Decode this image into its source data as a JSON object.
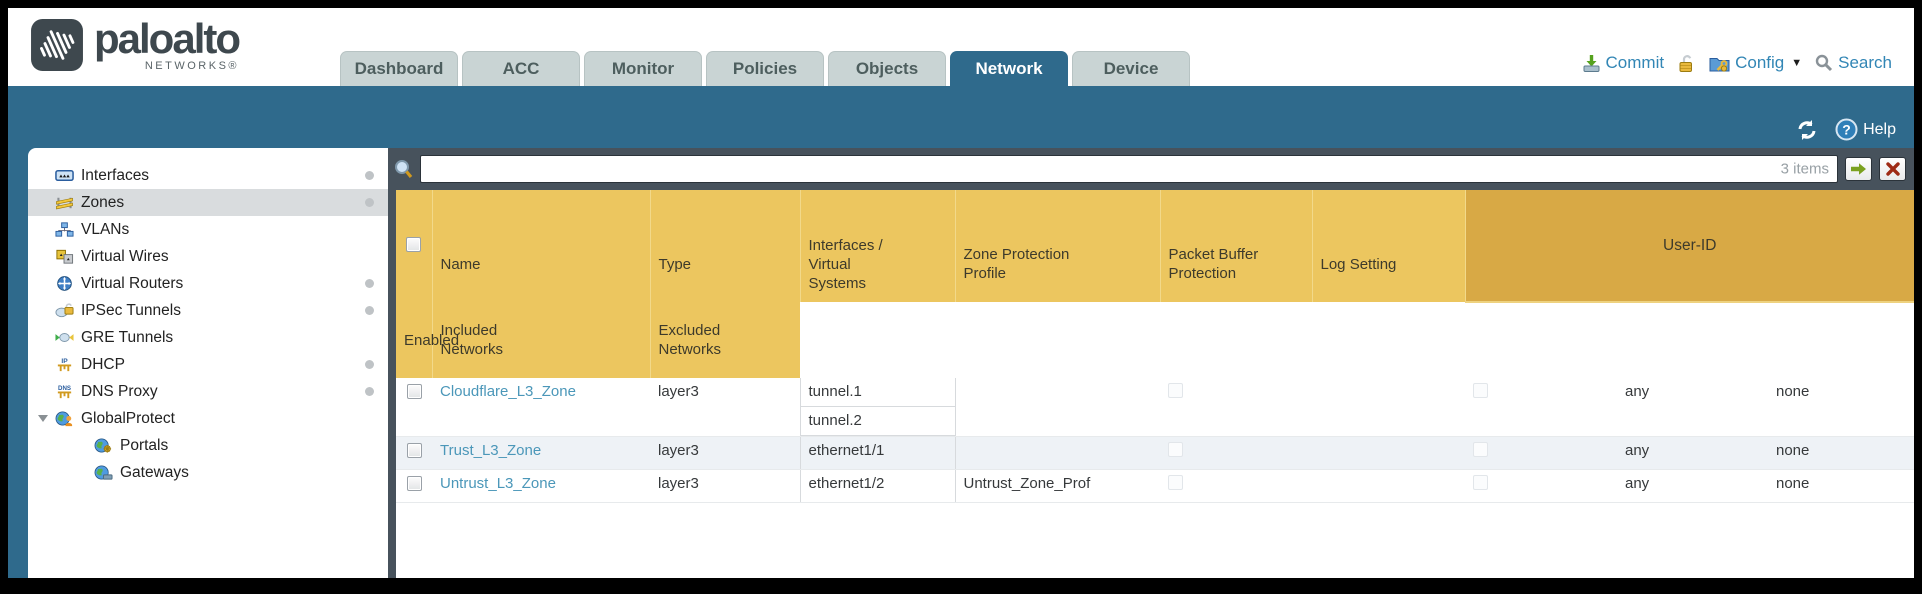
{
  "colors": {
    "teal_band": "#2f6a8c",
    "slate_toolbar": "#47525c",
    "header_gold": "#ecc65f",
    "user_id_gold": "#d8a945",
    "link_blue": "#4b97b9",
    "top_link_blue": "#3286b5",
    "inactive_tab": "#c9d4d4",
    "alt_row": "#eef2f6",
    "selected_sidebar": "#d9dcde"
  },
  "brand": {
    "name": "paloalto",
    "sub": "NETWORKS®"
  },
  "tabs": [
    {
      "label": "Dashboard"
    },
    {
      "label": "ACC"
    },
    {
      "label": "Monitor"
    },
    {
      "label": "Policies"
    },
    {
      "label": "Objects"
    },
    {
      "label": "Network",
      "active": true
    },
    {
      "label": "Device"
    }
  ],
  "topbar": {
    "commit_label": "Commit",
    "config_label": "Config",
    "config_caret": "▼",
    "search_label": "Search"
  },
  "banner": {
    "help_label": "Help",
    "help_glyph": "?"
  },
  "toolbar": {
    "search_value": "",
    "items_count": "3 items"
  },
  "sidebar": {
    "items": [
      {
        "label": "Interfaces",
        "dot": true
      },
      {
        "label": "Zones",
        "dot": true,
        "selected": true
      },
      {
        "label": "VLANs"
      },
      {
        "label": "Virtual Wires"
      },
      {
        "label": "Virtual Routers",
        "dot": true
      },
      {
        "label": "IPSec Tunnels",
        "dot": true
      },
      {
        "label": "GRE Tunnels"
      },
      {
        "label": "DHCP",
        "dot": true
      },
      {
        "label": "DNS Proxy",
        "dot": true
      },
      {
        "label": "GlobalProtect",
        "expandable": true
      },
      {
        "label": "Portals",
        "child": true
      },
      {
        "label": "Gateways",
        "child": true
      }
    ]
  },
  "table": {
    "group_header": "User-ID",
    "columns": [
      "Name",
      "Type",
      "Interfaces / Virtual Systems",
      "Zone Protection Profile",
      "Packet Buffer Protection",
      "Log Setting",
      "Enabled",
      "Included Networks",
      "Excluded Networks"
    ],
    "rows": [
      {
        "name": "Cloudflare_L3_Zone",
        "type": "layer3",
        "interfaces": [
          "tunnel.1",
          "tunnel.2"
        ],
        "zone_protection_profile": "",
        "packet_buffer_protection": false,
        "log_setting": "",
        "user_id_enabled": false,
        "included_networks": "any",
        "excluded_networks": "none"
      },
      {
        "name": "Trust_L3_Zone",
        "type": "layer3",
        "interfaces": [
          "ethernet1/1"
        ],
        "zone_protection_profile": "",
        "packet_buffer_protection": false,
        "log_setting": "",
        "user_id_enabled": false,
        "included_networks": "any",
        "excluded_networks": "none"
      },
      {
        "name": "Untrust_L3_Zone",
        "type": "layer3",
        "interfaces": [
          "ethernet1/2"
        ],
        "zone_protection_profile": "Untrust_Zone_Prof",
        "packet_buffer_protection": false,
        "log_setting": "",
        "user_id_enabled": false,
        "included_networks": "any",
        "excluded_networks": "none"
      }
    ]
  }
}
